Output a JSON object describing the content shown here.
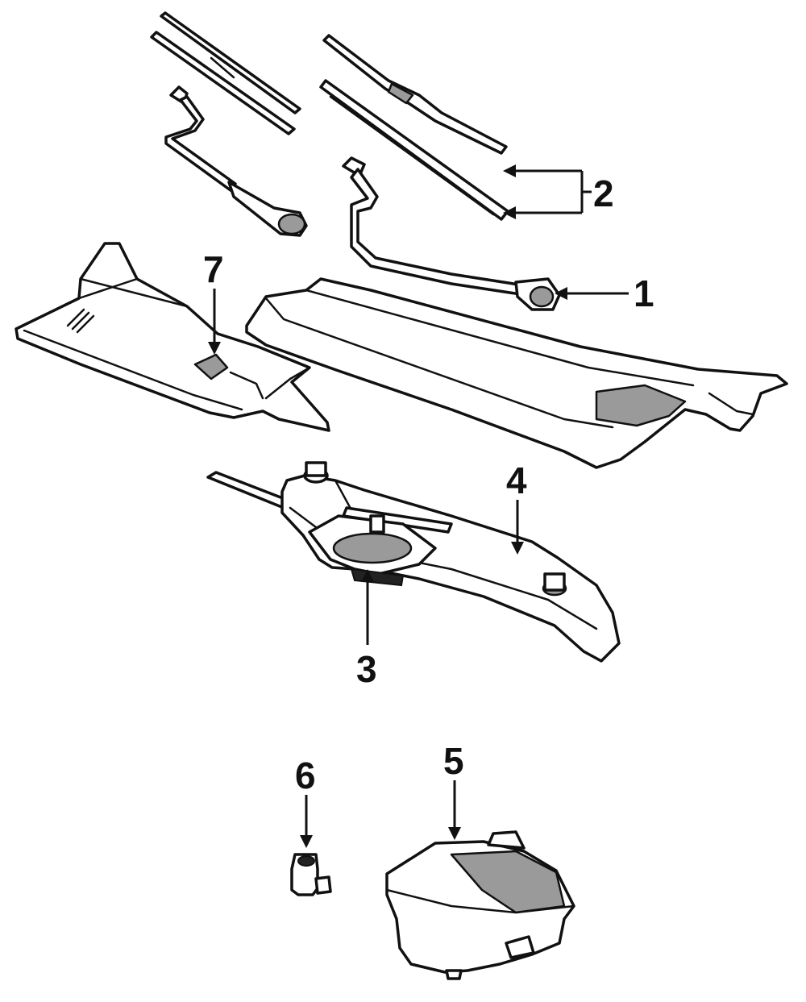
{
  "callouts": {
    "c1": "1",
    "c2": "2",
    "c3": "3",
    "c4": "4",
    "c5": "5",
    "c6": "6",
    "c7": "7"
  },
  "colors": {
    "line": "#111111",
    "shade": "#9a9a9a",
    "background": "#ffffff"
  }
}
